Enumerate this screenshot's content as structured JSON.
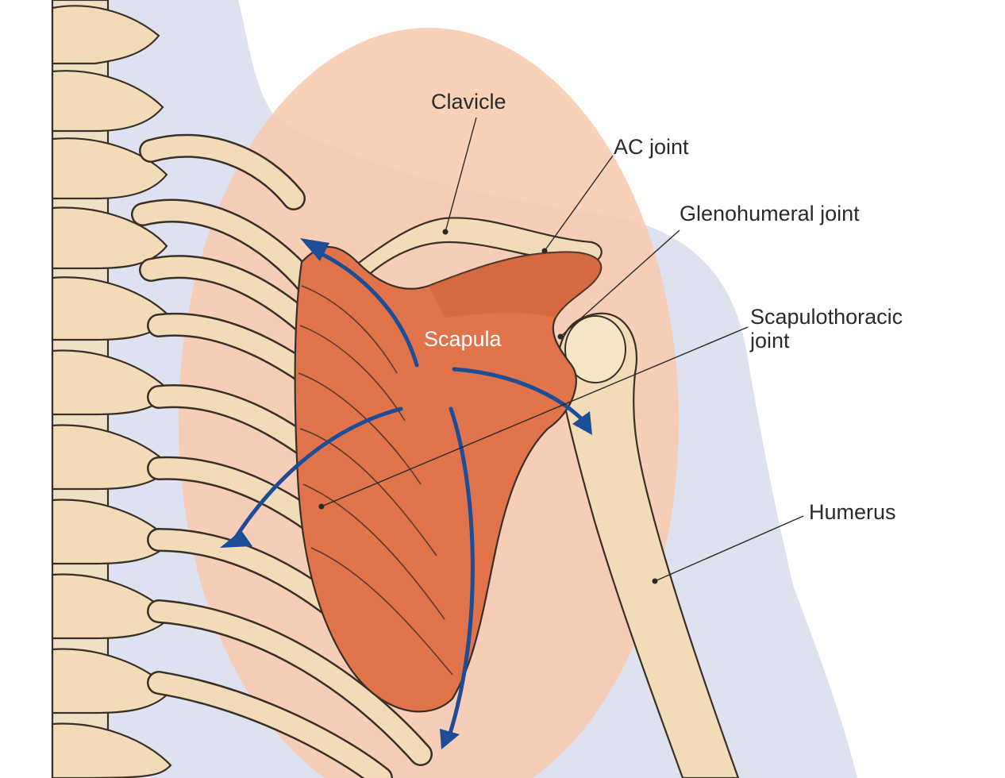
{
  "labels": {
    "clavicle": "Clavicle",
    "ac_joint": "AC joint",
    "glenohumeral": "Glenohumeral joint",
    "scapulothoracic_1": "Scapulothoracic",
    "scapulothoracic_2": "joint",
    "humerus": "Humerus",
    "scapula": "Scapula"
  },
  "colors": {
    "bone": "#f1dcb7",
    "bone_outline": "#3a2f28",
    "scapula": "#e0734a",
    "scapula_shadow": "#c95d36",
    "body_silhouette": "#dde1f0",
    "shoulder_zone": "#f8cbb0",
    "arrow": "#1d4d96"
  }
}
